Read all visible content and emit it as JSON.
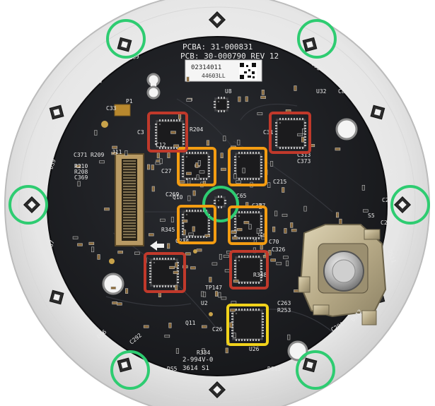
{
  "board": {
    "header_line1": "PCBA: 31-000831",
    "header_line2": "PCB: 30-000790 REV 12",
    "sticker_line1": "02314011",
    "sticker_line2": "44603LL",
    "footer_line1": "2-994V-0",
    "footer_line2": "3614 S1"
  },
  "labels": [
    {
      "text": "DS10"
    },
    {
      "text": "DS2"
    },
    {
      "text": "C289"
    },
    {
      "text": "C293"
    },
    {
      "text": "DS8"
    },
    {
      "text": "DS3"
    },
    {
      "text": "P1"
    },
    {
      "text": "U8"
    },
    {
      "text": "U32"
    },
    {
      "text": "C81"
    },
    {
      "text": "C3"
    },
    {
      "text": "R204"
    },
    {
      "text": "C31"
    },
    {
      "text": "C313"
    },
    {
      "text": "C373"
    },
    {
      "text": "C371"
    },
    {
      "text": "R209"
    },
    {
      "text": "R210"
    },
    {
      "text": "R208"
    },
    {
      "text": "C369"
    },
    {
      "text": "J11"
    },
    {
      "text": "C27"
    },
    {
      "text": "C215"
    },
    {
      "text": "DS9"
    },
    {
      "text": "DS4"
    },
    {
      "text": "C298"
    },
    {
      "text": "C297"
    },
    {
      "text": "C377"
    },
    {
      "text": "C269"
    },
    {
      "text": "Q10"
    },
    {
      "text": "R345"
    },
    {
      "text": "C65"
    },
    {
      "text": "S5"
    },
    {
      "text": "C234"
    },
    {
      "text": "C70"
    },
    {
      "text": "C326"
    },
    {
      "text": "DS7"
    },
    {
      "text": "DS11"
    },
    {
      "text": "R348"
    },
    {
      "text": "TP147"
    },
    {
      "text": "C263"
    },
    {
      "text": "R253"
    },
    {
      "text": "U2"
    },
    {
      "text": "Q11"
    },
    {
      "text": "C26"
    },
    {
      "text": "C291"
    },
    {
      "text": "DS12"
    },
    {
      "text": "R334"
    },
    {
      "text": "U26"
    },
    {
      "text": "DS6"
    },
    {
      "text": "C292"
    },
    {
      "text": "DS5"
    },
    {
      "text": "DS13"
    },
    {
      "text": "C33"
    },
    {
      "text": "C12"
    }
  ],
  "highlight_colors": {
    "green": "#2ecc71",
    "orange": "#f39c12",
    "red": "#c0392b",
    "yellow": "#f1d21b"
  },
  "ring_leds": [
    {
      "angle_deg": 0
    },
    {
      "angle_deg": 30
    },
    {
      "angle_deg": 60
    },
    {
      "angle_deg": 90
    },
    {
      "angle_deg": 120
    },
    {
      "angle_deg": 150
    },
    {
      "angle_deg": 180
    },
    {
      "angle_deg": 210
    },
    {
      "angle_deg": 240
    },
    {
      "angle_deg": 270
    },
    {
      "angle_deg": 300
    },
    {
      "angle_deg": 330
    }
  ]
}
